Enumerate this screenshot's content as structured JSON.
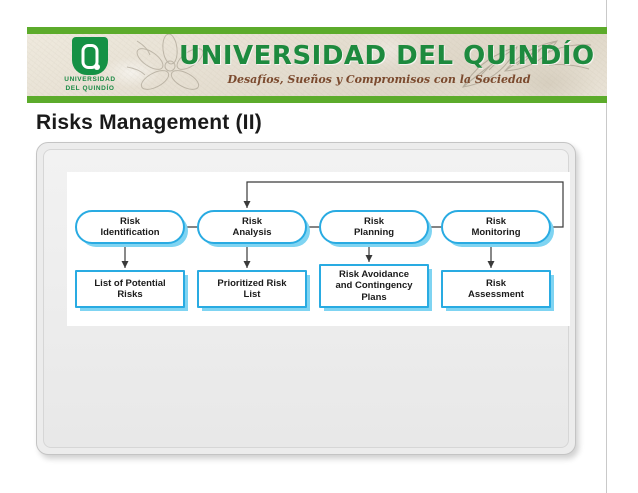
{
  "banner": {
    "title": "UNIVERSIDAD DEL QUINDÍO",
    "tagline": "Desafíos, Sueños y Compromisos con la Sociedad",
    "logo_line1": "UNIVERSIDAD",
    "logo_line2": "DEL  QUINDÍO",
    "green": "#5cab2b",
    "title_color": "#1d8a3e"
  },
  "slide": {
    "title": "Risks Management (II)"
  },
  "diagram": {
    "accent_color": "#29abe2",
    "shadow_color": "#7fd4f2",
    "process_nodes": [
      {
        "label": "Risk\nIdentification"
      },
      {
        "label": "Risk\nAnalysis"
      },
      {
        "label": "Risk\nPlanning"
      },
      {
        "label": "Risk\nMonitoring"
      }
    ],
    "output_nodes": [
      {
        "label": "List of Potential\nRisks"
      },
      {
        "label": "Prioritized Risk\nList"
      },
      {
        "label": "Risk Avoidance\nand Contingency\nPlans"
      },
      {
        "label": "Risk\nAssessment"
      }
    ]
  }
}
